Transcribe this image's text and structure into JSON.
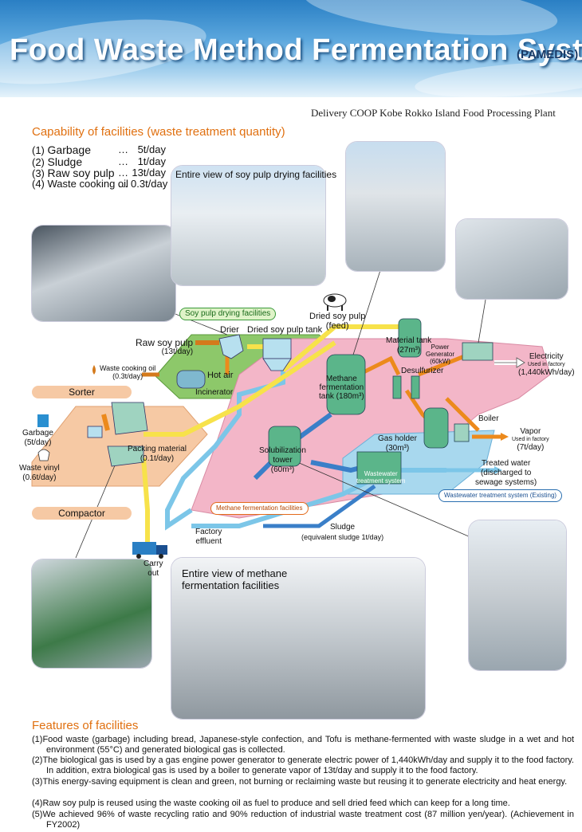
{
  "header": {
    "title": "Food Waste Method Fermentation Systems",
    "subtitle": "(PAMEDIS)"
  },
  "plant_name": "Delivery COOP Kobe Rokko Island Food Processing Plant",
  "capability": {
    "heading": "Capability of facilities (waste treatment quantity)",
    "items": [
      {
        "num": "(1)",
        "name": "Garbage",
        "sep": "…",
        "value": "5t/day"
      },
      {
        "num": "(2)",
        "name": "Sludge",
        "sep": "…",
        "value": "1t/day"
      },
      {
        "num": "(3)",
        "name": "Raw soy pulp",
        "sep": "…",
        "value": "13t/day"
      },
      {
        "num": "(4)",
        "name": "Waste cooking oil",
        "sep": "…",
        "value": "0.3t/day"
      }
    ]
  },
  "photos": {
    "soy_caption": "Entire view of soy pulp drying facilities",
    "methane_caption_1": "Entire view of methane",
    "methane_caption_2": "fermentation facilities"
  },
  "diagram": {
    "soy_drying_facilities": "Soy pulp drying facilities",
    "drier": "Drier",
    "dried_tank": "Dried  soy pulp tank",
    "dried_feed_1": "Dried soy pulp",
    "dried_feed_2": "(feed)",
    "raw_soy_pulp": "Raw soy pulp",
    "raw_soy_pulp_qty": "(13t/day)",
    "waste_oil": "Waste cooking oil",
    "waste_oil_qty": "(0.3t/day)",
    "hot_air": "Hot air",
    "incinerator": "Incinerator",
    "sorter": "Sorter",
    "garbage": "Garbage",
    "garbage_qty": "(5t/day)",
    "waste_vinyl": "Waste vinyl",
    "waste_vinyl_qty": "(0.6t/day)",
    "packing_material": "Packing material",
    "packing_qty": "(0.1t/day)",
    "compactor": "Compactor",
    "carry_out_1": "Carry",
    "carry_out_2": "out",
    "methane_tank_1": "Methane",
    "methane_tank_2": "fermentation",
    "methane_tank_3": "tank (180m³)",
    "material_tank_1": "Material tank",
    "material_tank_2": "(27m³)",
    "power_gen_1": "Power",
    "power_gen_2": "Generator",
    "power_gen_3": "(60kW)",
    "desulfurizer": "Desulfurizer",
    "electricity": "Electricity",
    "electricity_note": "Used in factory",
    "electricity_qty": "(1,440kWh/day)",
    "boiler": "Boiler",
    "vapor": "Vapor",
    "vapor_note": "Used in factory",
    "vapor_qty": "(7t/day)",
    "gas_holder_1": "Gas holder",
    "gas_holder_2": "(30m³)",
    "solubilization_1": "Solubilization",
    "solubilization_2": "tower",
    "solubilization_3": "(60m³)",
    "wastewater_1": "Wastewater",
    "wastewater_2": "treatment system",
    "treated_water_1": "Treated water",
    "treated_water_2": "(discharged to",
    "treated_water_3": "sewage systems)",
    "wastewater_existing": "Wastewater treatment system (Existing)",
    "methane_facilities": "Methane fermentation facilities",
    "factory_effluent_1": "Factory",
    "factory_effluent_2": "effluent",
    "sludge": "Sludge",
    "sludge_note": "(equivalent sludge 1t/day)"
  },
  "features": {
    "heading": "Features of facilities",
    "items": [
      "(1)Food waste (garbage) including bread, Japanese-style confection, and Tofu is methane-fermented with waste sludge in a wet and hot environment (55°C) and generated biological gas is collected.",
      "(2)The biological gas is used by a gas engine power generator to generate electric power of 1,440kWh/day and supply it to the food factory. In addition, extra biological gas is used by a boiler to generate vapor of 13t/day and supply it to the food factory.",
      "(3)This energy-saving equipment is clean and green, not burning or reclaiming waste but reusing it to generate electricity and heat energy.",
      "(4)Raw soy pulp is reused using the waste cooking oil as fuel to produce and sell dried feed which can keep for a long time.",
      "(5)We achieved 96% of waste recycling ratio and 90% reduction of industrial waste treatment cost (87 million yen/year). (Achievement in FY2002)"
    ]
  },
  "colors": {
    "header_blue": "#2a7fc4",
    "accent_orange": "#e07010",
    "zone_green": "#8dc86a",
    "zone_pink": "#f3b6c8",
    "zone_peach": "#f6c9a4",
    "zone_blue": "#a8d8ee",
    "pipe_yellow": "#f7e24a",
    "pipe_orange": "#ec8a1c",
    "pipe_blue": "#3a7fc8",
    "pipe_lightblue": "#7cc6e8",
    "tank_green": "#5bb58a"
  }
}
